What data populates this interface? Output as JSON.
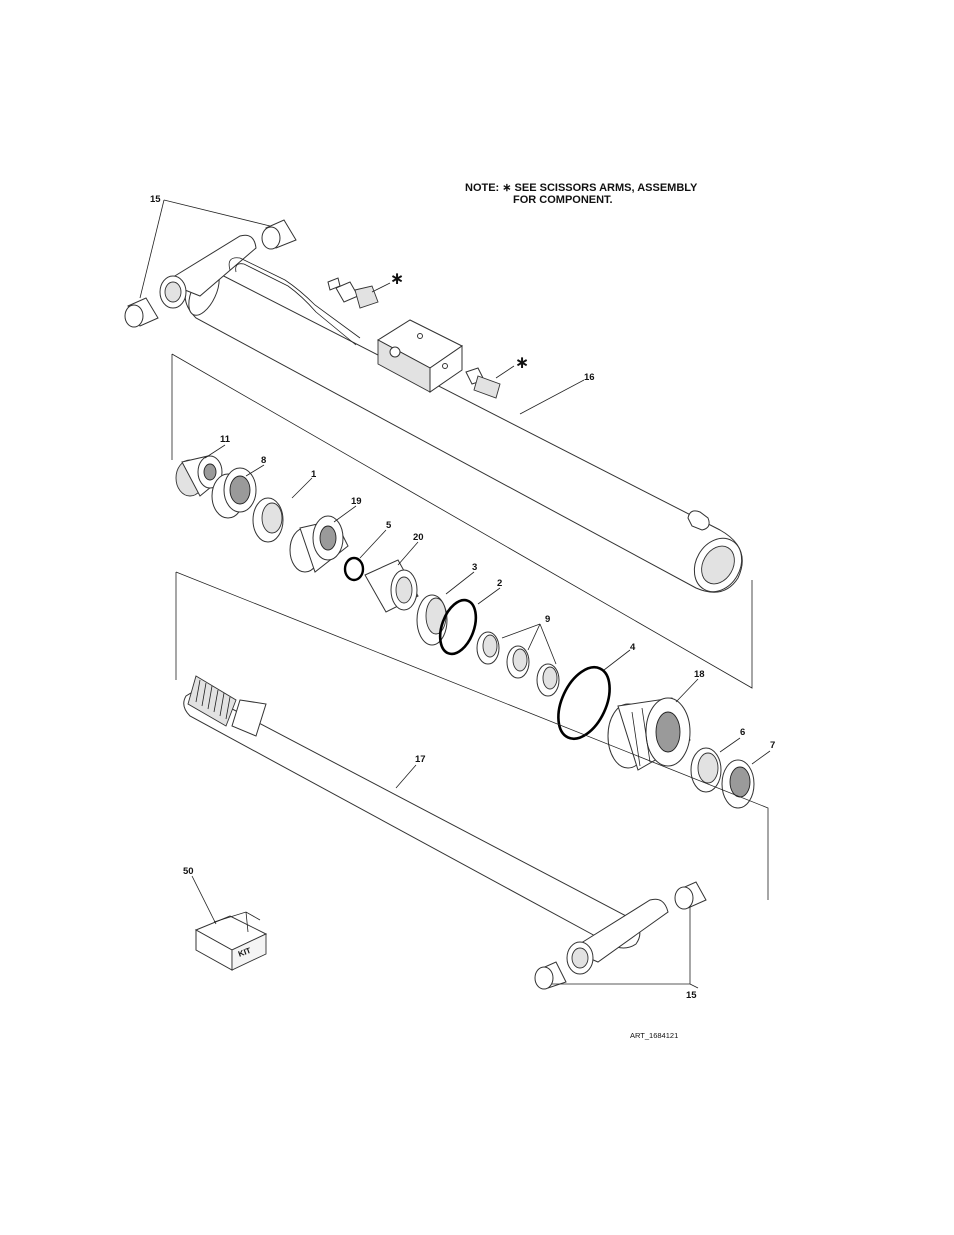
{
  "note": {
    "line1": "NOTE: ∗ SEE SCISSORS ARMS, ASSEMBLY",
    "line2": "FOR COMPONENT."
  },
  "art_id": "ART_1684121",
  "kit_label": "KIT",
  "star_symbol": "∗",
  "callouts": {
    "c15_top": "15",
    "c16": "16",
    "c11": "11",
    "c8": "8",
    "c1": "1",
    "c19": "19",
    "c5": "5",
    "c20": "20",
    "c3": "3",
    "c2": "2",
    "c9": "9",
    "c4": "4",
    "c18": "18",
    "c6": "6",
    "c7": "7",
    "c17": "17",
    "c50": "50",
    "c15_bottom": "15"
  }
}
